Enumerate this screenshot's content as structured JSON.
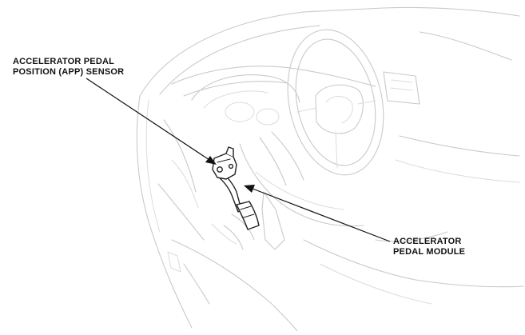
{
  "callouts": {
    "app_sensor": {
      "line1": "ACCELERATOR PEDAL",
      "line2": "POSITION (APP) SENSOR"
    },
    "pedal_module": {
      "line1": "ACCELERATOR",
      "line2": "PEDAL MODULE"
    }
  },
  "colors": {
    "background": "#ffffff",
    "ghost_outline": "#c9c9c9",
    "part_outline": "#222222",
    "callout": "#111111"
  }
}
